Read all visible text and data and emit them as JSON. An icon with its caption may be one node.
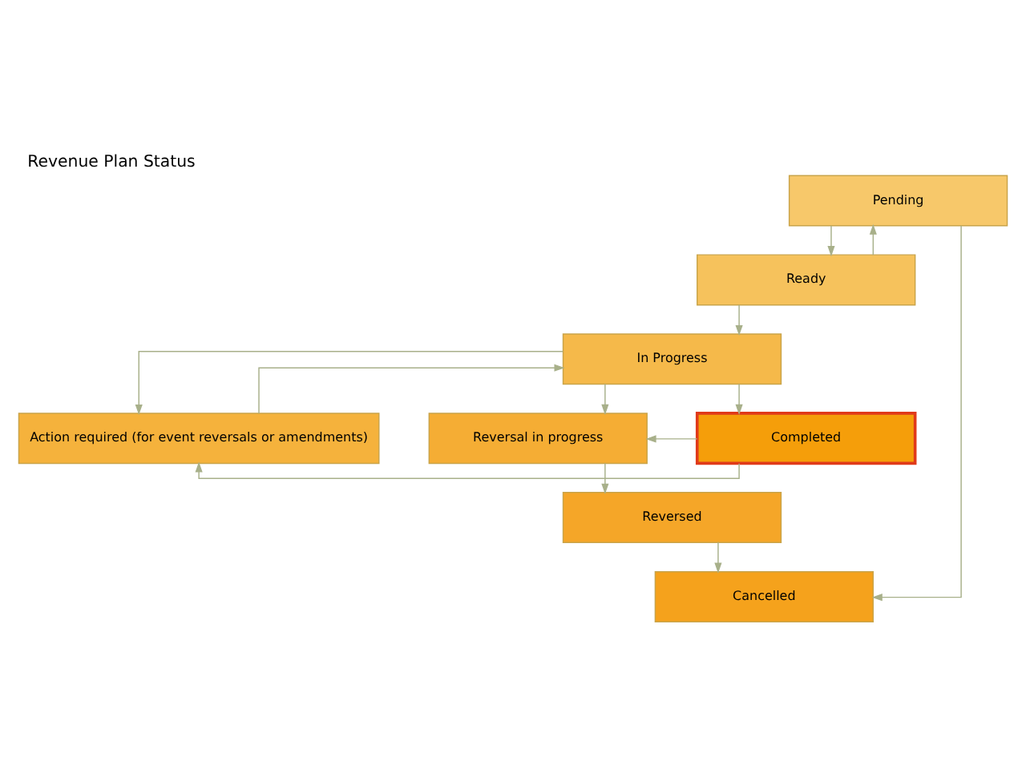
{
  "diagram": {
    "title": "Revenue Plan Status",
    "nodes": [
      {
        "text": [
          "Pending"
        ]
      },
      {
        "text": [
          "Ready"
        ]
      },
      {
        "text": [
          "In Progress"
        ]
      },
      {
        "text": [
          "Action required (for event reversals or amendments)"
        ]
      },
      {
        "text": [
          "Reversal in progress"
        ]
      },
      {
        "text": [
          "Reversed"
        ]
      },
      {
        "text": [
          "Cancelled"
        ]
      },
      {
        "text": [
          "Completed"
        ]
      }
    ],
    "edges": [
      {
        "from": 0,
        "to": 1,
        "arrow": "to"
      },
      {
        "from": 1,
        "to": 0,
        "arrow": "to"
      },
      {
        "from": 1,
        "to": 2,
        "arrow": "to"
      },
      {
        "from": 2,
        "to": 3,
        "arrow": "to"
      },
      {
        "from": 2,
        "to": 4,
        "arrow": "to"
      },
      {
        "from": 2,
        "to": 7,
        "arrow": "to"
      },
      {
        "from": 3,
        "to": 2,
        "arrow": "to"
      },
      {
        "from": 4,
        "to": 5,
        "arrow": "to"
      },
      {
        "from": 5,
        "to": 6,
        "arrow": "to"
      },
      {
        "from": 0,
        "to": 6,
        "arrow": "to"
      },
      {
        "from": 7,
        "to": 4,
        "arrow": "to"
      },
      {
        "from": 7,
        "to": 3,
        "arrow": "to"
      }
    ]
  }
}
